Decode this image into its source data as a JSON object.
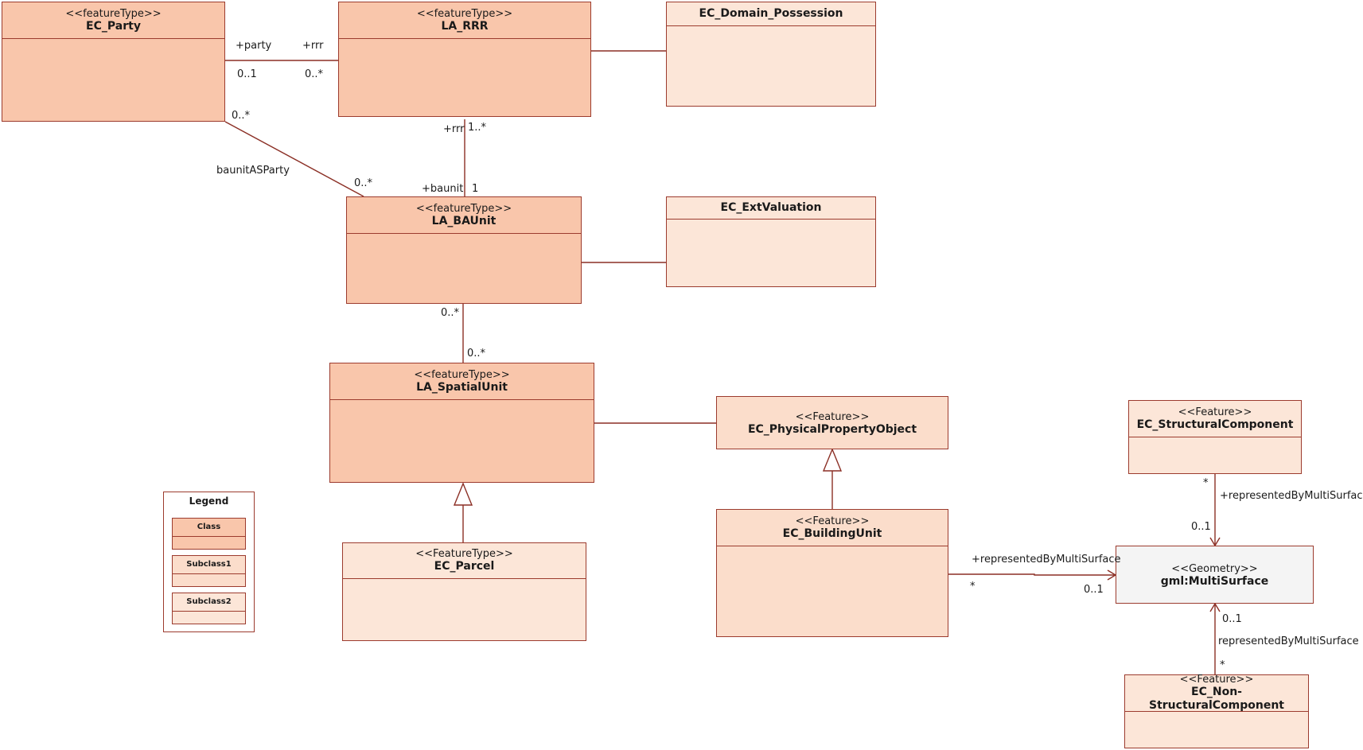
{
  "classes": {
    "ec_party": {
      "stereotype": "<<featureType>>",
      "name": "EC_Party"
    },
    "la_rrr": {
      "stereotype": "<<featureType>>",
      "name": "LA_RRR"
    },
    "ec_domain_possession": {
      "stereotype": "",
      "name": "EC_Domain_Possession"
    },
    "la_baunit": {
      "stereotype": "<<featureType>>",
      "name": "LA_BAUnit"
    },
    "ec_extvaluation": {
      "stereotype": "",
      "name": "EC_ExtValuation"
    },
    "la_spatialunit": {
      "stereotype": "<<featureType>>",
      "name": "LA_SpatialUnit"
    },
    "ec_physicalpropertyobject": {
      "stereotype": "<<Feature>>",
      "name": "EC_PhysicalPropertyObject"
    },
    "ec_structuralcomponent": {
      "stereotype": "<<Feature>>",
      "name": "EC_StructuralComponent"
    },
    "ec_parcel": {
      "stereotype": "<<FeatureType>>",
      "name": "EC_Parcel"
    },
    "ec_buildingunit": {
      "stereotype": "<<Feature>>",
      "name": "EC_BuildingUnit"
    },
    "gml_multisurface": {
      "stereotype": "<<Geometry>>",
      "name": "gml:MultiSurface"
    },
    "ec_nonstructuralcomponent": {
      "stereotype": "<<Feature>>",
      "name": "EC_Non-StructuralComponent"
    }
  },
  "labels": {
    "party_role": "+party",
    "rrr_role_top": "+rrr",
    "party_mult_01": "0..1",
    "rrr_mult_0n": "0..*",
    "party_baunit_mult": "0..*",
    "baunitasparty": "baunitASParty",
    "baunit_party_mult": "0..*",
    "rrr_role_down": "+rrr",
    "rrr_mult_1n": "1..*",
    "baunit_role": "+baunit",
    "baunit_mult_1": "1",
    "baunit_mult_bottom": "0..*",
    "spatial_mult_top": "0..*",
    "struct_mult_star": "*",
    "struct_role": "+representedByMultiSurface",
    "struct_ms_mult": "0..1",
    "bu_role": "+representedByMultiSurface",
    "bu_mult_star": "*",
    "bu_ms_mult": "0..1",
    "nonstruct_ms_mult": "0..1",
    "nonstruct_role": "representedByMultiSurface",
    "nonstruct_mult_star": "*"
  },
  "legend": {
    "title": "Legend",
    "items": [
      "Class",
      "Subclass1",
      "Subclass2"
    ]
  },
  "colors": {
    "class": "#f9c6ab",
    "subclass1": "#fbddcb",
    "subclass2": "#fce6d8",
    "geometry": "#f4f4f4",
    "line": "#8b2f25"
  }
}
